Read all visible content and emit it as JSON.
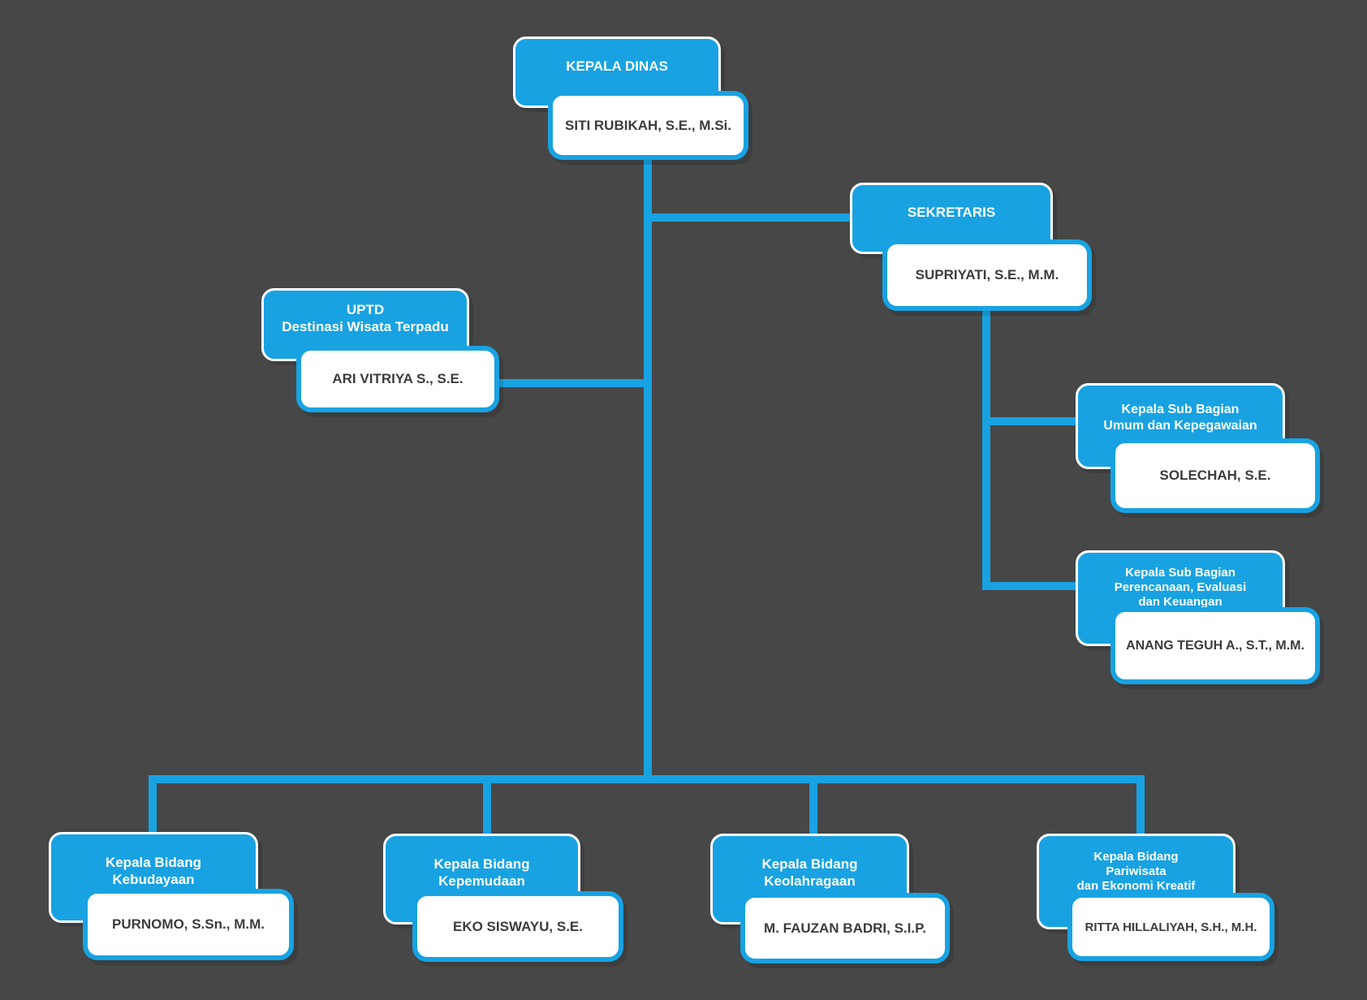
{
  "theme": {
    "background": "#474747",
    "accent": "#18a2e2",
    "title_text_color": "#ffffff",
    "name_text_color": "#3c3c3c"
  },
  "org_chart": {
    "nodes": {
      "kepala_dinas": {
        "title": "KEPALA DINAS",
        "name": "SITI RUBIKAH, S.E., M.Si."
      },
      "sekretaris": {
        "title": "SEKRETARIS",
        "name": "SUPRIYATI, S.E., M.M."
      },
      "uptd": {
        "title": "UPTD\nDestinasi Wisata Terpadu",
        "name": "ARI VITRIYA S., S.E."
      },
      "umum": {
        "title": "Kepala Sub Bagian\nUmum dan Kepegawaian",
        "name": "SOLECHAH, S.E."
      },
      "perencanaan": {
        "title": "Kepala Sub Bagian\nPerencanaan, Evaluasi\ndan Keuangan",
        "name": "ANANG TEGUH A., S.T., M.M."
      },
      "kebudayaan": {
        "title": "Kepala Bidang\nKebudayaan",
        "name": "PURNOMO, S.Sn., M.M."
      },
      "kepemudaan": {
        "title": "Kepala Bidang\nKepemudaan",
        "name": "EKO SISWAYU, S.E."
      },
      "keolahragaan": {
        "title": "Kepala Bidang\nKeolahragaan",
        "name": "M. FAUZAN BADRI, S.I.P."
      },
      "pariwisata": {
        "title": "Kepala Bidang\nPariwisata\ndan Ekonomi Kreatif",
        "name": "RITTA HILLALIYAH, S.H., M.H."
      }
    }
  }
}
